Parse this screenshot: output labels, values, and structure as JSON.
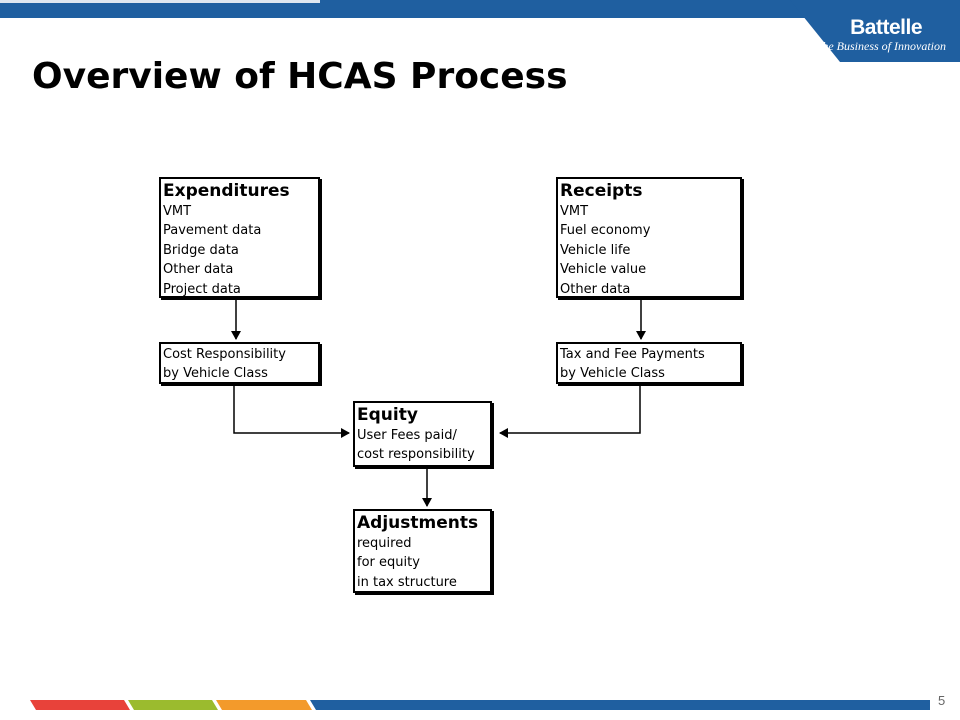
{
  "header": {
    "brand_name": "Battelle",
    "brand_tagline": "The Business of Innovation"
  },
  "slide": {
    "title": "Overview of HCAS Process",
    "page_number": "5"
  },
  "diagram": {
    "expenditures": {
      "heading": "Expenditures",
      "items": [
        "VMT",
        "Pavement data",
        "Bridge data",
        "Other data",
        "Project data"
      ]
    },
    "receipts": {
      "heading": "Receipts",
      "items": [
        "VMT",
        "Fuel economy",
        "Vehicle life",
        "Vehicle value",
        "Other data"
      ]
    },
    "cost_responsibility": {
      "lines": [
        "Cost Responsibility",
        "by Vehicle Class"
      ]
    },
    "tax_fee": {
      "lines": [
        "Tax and Fee Payments",
        "by Vehicle Class"
      ]
    },
    "equity": {
      "heading": "Equity",
      "items": [
        "User Fees paid/",
        "cost responsibility"
      ]
    },
    "adjustments": {
      "heading": "Adjustments",
      "items": [
        "required",
        "for equity",
        "in tax structure"
      ]
    }
  },
  "colors": {
    "brand_blue": "#1f5fa0",
    "footer_red": "#e8423a",
    "footer_green": "#9bbb2e",
    "footer_orange": "#f39a2b",
    "footer_blue": "#1f5fa0"
  }
}
